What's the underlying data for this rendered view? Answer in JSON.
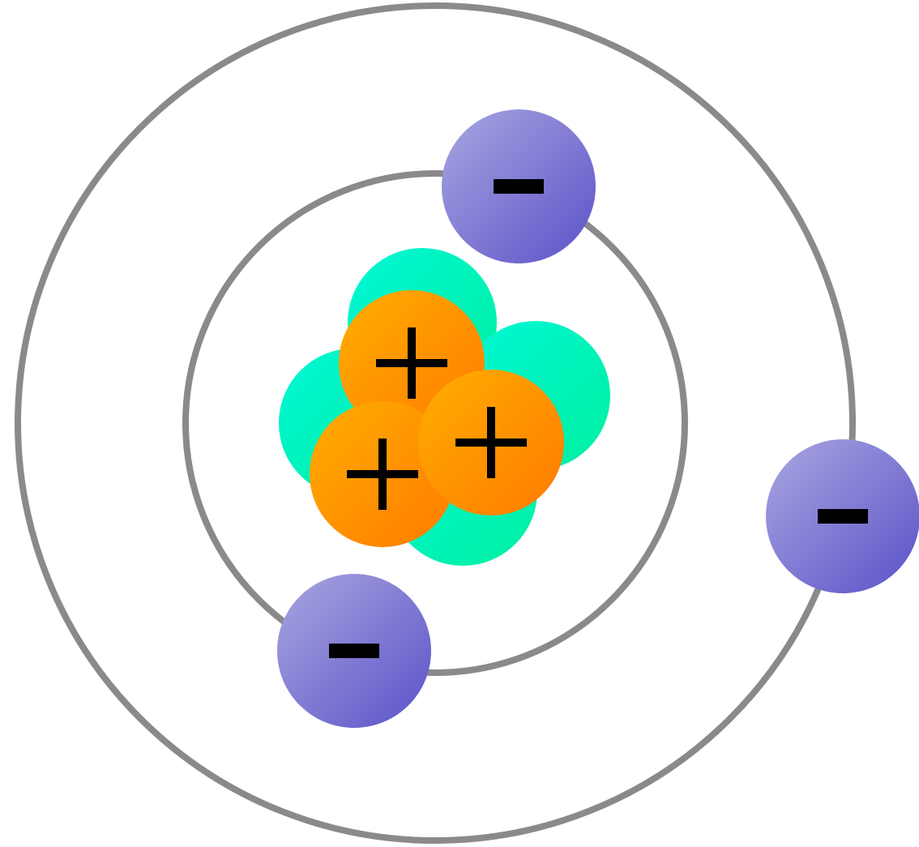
{
  "diagram": {
    "colors": {
      "orbit": "#8a8a8a",
      "neutron_light": "#00f7d6",
      "neutron_dark": "#00f0a0",
      "proton_light": "#ffae00",
      "proton_dark": "#ff7a00",
      "electron_light": "#a9a6e0",
      "electron_dark": "#5b52c8",
      "sign": "#000000"
    },
    "orbits": [
      {
        "name": "inner-orbit"
      },
      {
        "name": "outer-orbit"
      }
    ],
    "neutrons": [
      {
        "name": "neutron-1"
      },
      {
        "name": "neutron-2"
      },
      {
        "name": "neutron-3"
      },
      {
        "name": "neutron-4"
      }
    ],
    "protons": [
      {
        "name": "proton-1",
        "sign": "+"
      },
      {
        "name": "proton-2",
        "sign": "+"
      },
      {
        "name": "proton-3",
        "sign": "+"
      }
    ],
    "electrons": [
      {
        "name": "electron-1",
        "sign": "-",
        "orbit": "inner-orbit"
      },
      {
        "name": "electron-2",
        "sign": "-",
        "orbit": "outer-orbit"
      },
      {
        "name": "electron-3",
        "sign": "-",
        "orbit": "inner-orbit"
      }
    ]
  }
}
